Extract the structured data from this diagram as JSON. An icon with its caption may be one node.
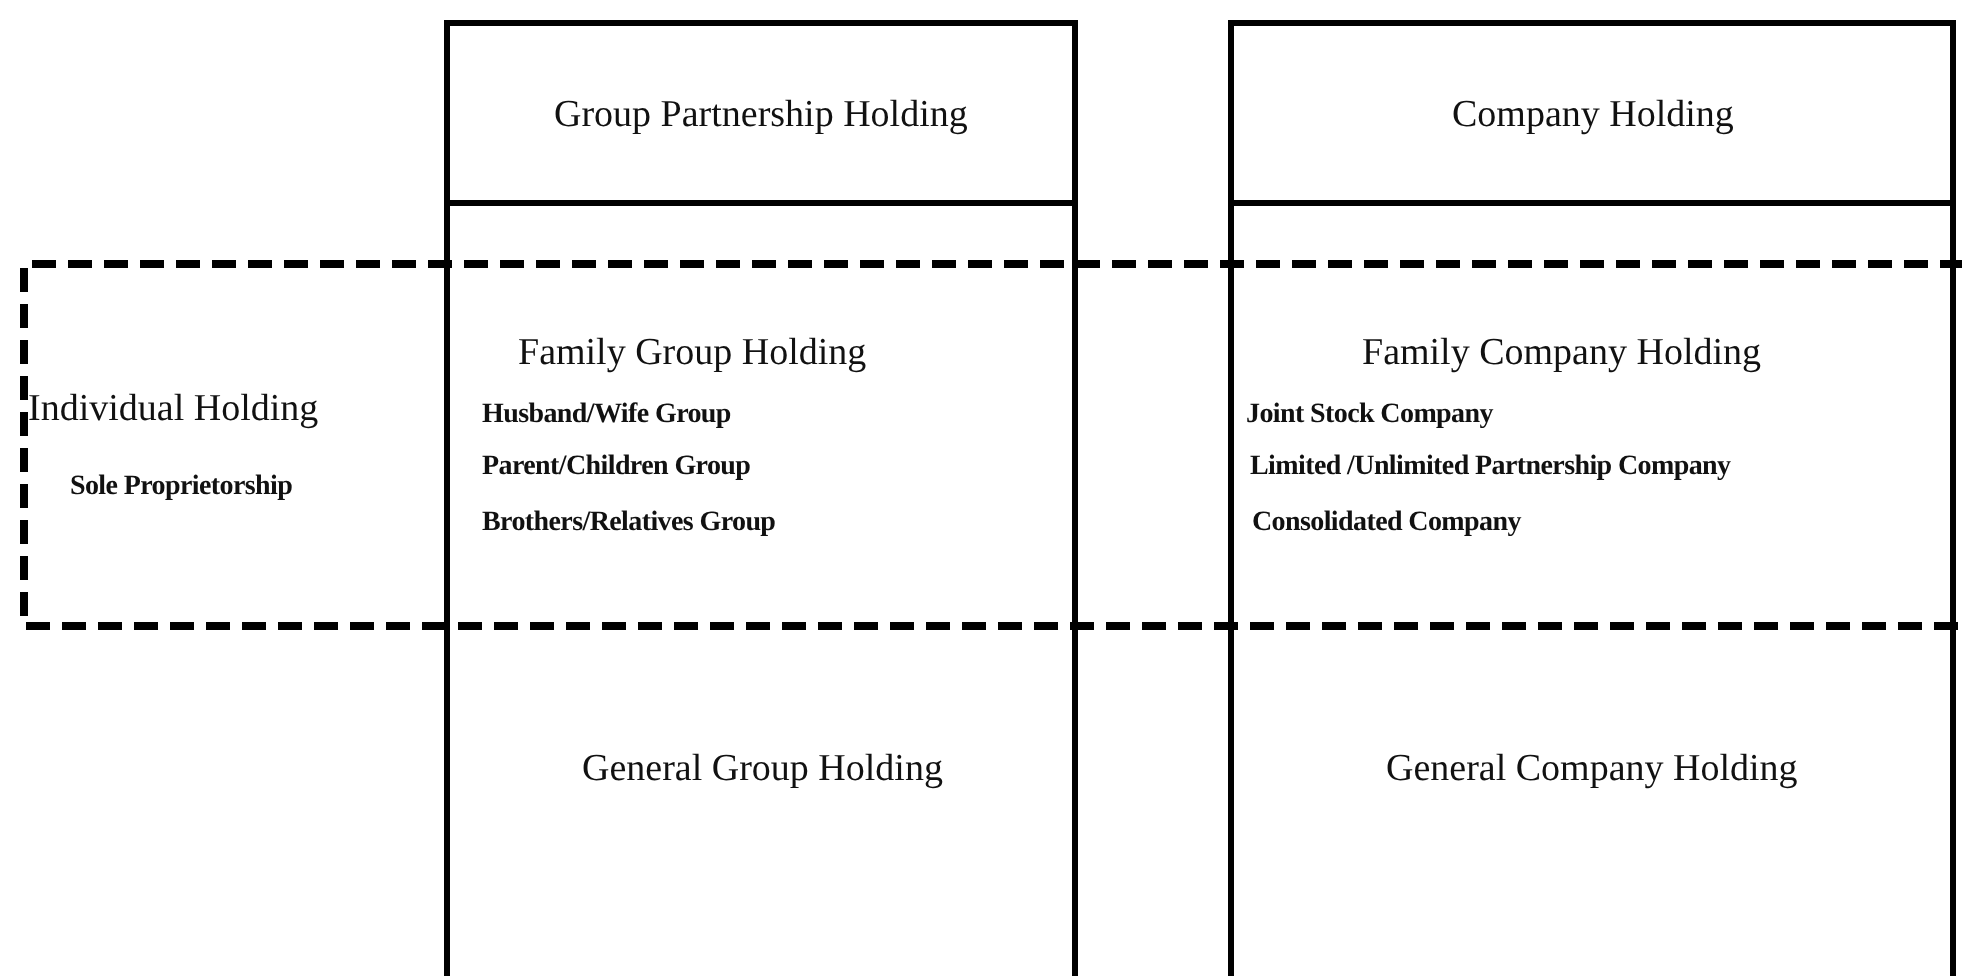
{
  "diagram": {
    "nodes": [
      {
        "text": [
          "Group Partnership Holding"
        ]
      },
      {
        "text": [
          "Company Holding"
        ]
      },
      {
        "text": [
          "Individual Holding",
          "Sole Proprietorship"
        ]
      },
      {
        "text": [
          "Family Group Holding",
          "Husband/Wife Group",
          "Parent/Children Group",
          "Brothers/Relatives Group"
        ]
      },
      {
        "text": [
          "Family Company Holding",
          "Joint Stock Company",
          "Limited /Unlimited Partnership Company",
          "Consolidated Company"
        ]
      },
      {
        "text": [
          "General Group Holding"
        ]
      },
      {
        "text": [
          "General Company Holding"
        ]
      }
    ],
    "edges": []
  }
}
